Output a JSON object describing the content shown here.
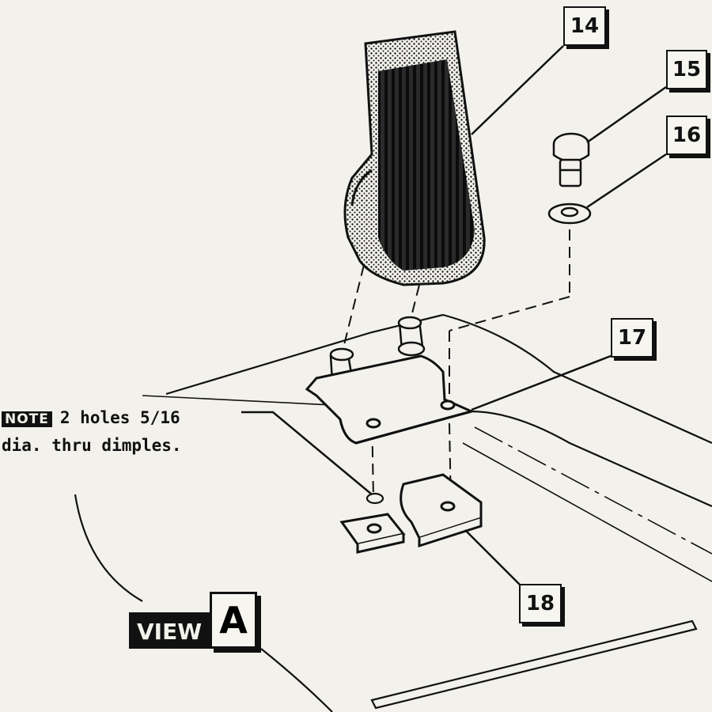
{
  "callouts": {
    "c14": "14",
    "c15": "15",
    "c16": "16",
    "c17": "17",
    "c18": "18"
  },
  "note": {
    "badge": "NOTE",
    "line1": "2 holes 5/16",
    "line2": "dia. thru dimples."
  },
  "view": {
    "word": "VIEW",
    "letter": "A"
  }
}
